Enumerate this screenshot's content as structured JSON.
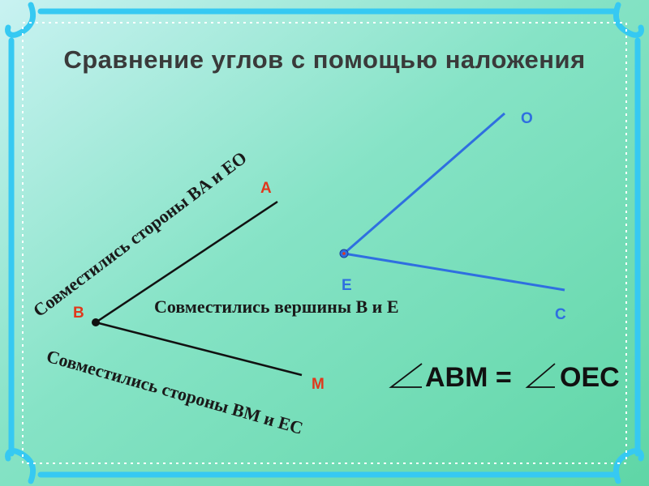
{
  "title": "Сравнение углов с помощью наложения",
  "captions": {
    "sides_ba_eo": "Совместились стороны BA и EO",
    "vertices": "Совместились вершины B и E",
    "sides_bm_ec": "Совместились стороны BM и EC"
  },
  "points": {
    "a": "A",
    "b": "B",
    "m": "M",
    "o": "O",
    "e": "E",
    "c": "C"
  },
  "equation": {
    "left": "ABM =",
    "right": "OEC"
  },
  "colors": {
    "frame": "#36c9f2",
    "black_angle": "#111111",
    "blue_angle": "#2f6fe0",
    "black_labels": "#e0381c",
    "blue_labels": "#2f6fe0"
  }
}
